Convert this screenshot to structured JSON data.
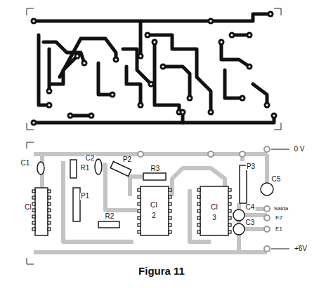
{
  "diagram": {
    "caption": "Figura 11",
    "labels": [
      "0 V",
      "C1",
      "R1",
      "C2",
      "P2",
      "R3",
      "P3",
      "C5",
      "P1",
      "CI",
      "R2",
      "CI",
      "2",
      "CI",
      "3",
      "C4",
      "C3",
      "Saida",
      "E2",
      "E1",
      "+6V"
    ]
  }
}
